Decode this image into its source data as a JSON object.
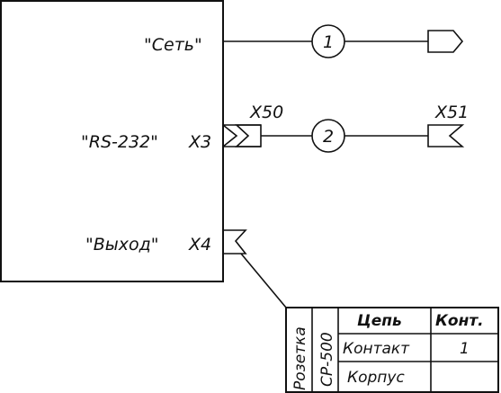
{
  "device": {
    "ports": [
      {
        "label": "\"Сеть\"",
        "connector": ""
      },
      {
        "label": "\"RS-232\"",
        "connector": "X3"
      },
      {
        "label": "\"Выход\"",
        "connector": "X4"
      }
    ]
  },
  "lines": [
    {
      "number": "1",
      "mid_label": "",
      "end_label": ""
    },
    {
      "number": "2",
      "mid_label": "X50",
      "end_label": "X51"
    }
  ],
  "socket_table": {
    "side_label_1": "Розетка",
    "side_label_2": "СР-500",
    "headers": [
      "Цепь",
      "Конт."
    ],
    "rows": [
      [
        "Контакт",
        "1"
      ],
      [
        "Корпус",
        ""
      ]
    ]
  }
}
